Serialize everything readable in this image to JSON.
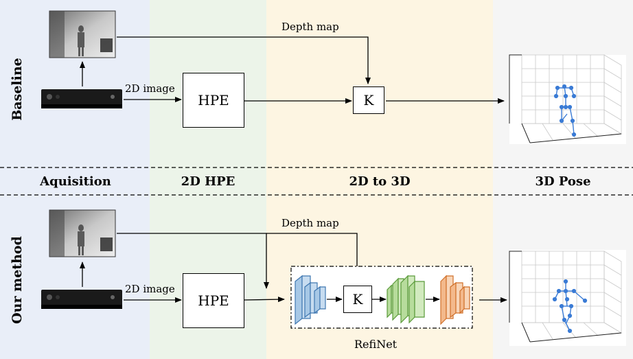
{
  "stages": [
    "Aquisition",
    "2D HPE",
    "2D to 3D",
    "3D Pose"
  ],
  "rows": {
    "top": "Baseline",
    "bottom": "Our method"
  },
  "labels": {
    "depth_map": "Depth map",
    "image_2d": "2D image",
    "hpe": "HPE",
    "k": "K",
    "refinet": "RefiNet"
  },
  "colors": {
    "acquisition_bg": "#e9eef8",
    "hpe_bg": "#ecf4e9",
    "lift_bg": "#fdf5e2",
    "pose_bg": "#f5f5f5",
    "cnn_blue": "#a7c8e6",
    "cnn_green": "#b7dc9c",
    "cnn_orange": "#f3b98c",
    "skeleton": "#3a7bd5"
  }
}
